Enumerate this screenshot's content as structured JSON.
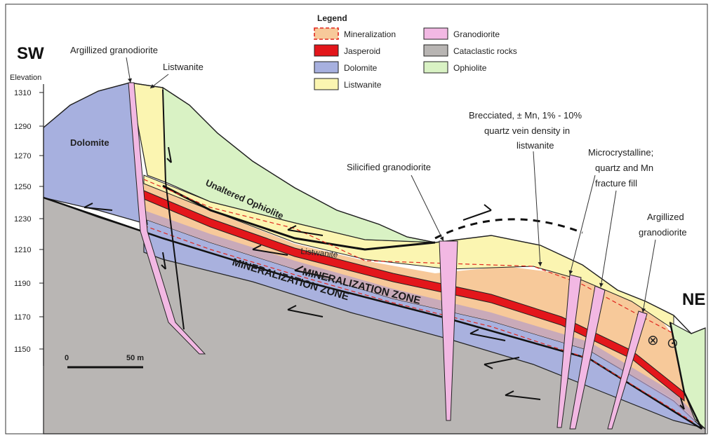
{
  "direction": {
    "left": "SW",
    "right": "NE"
  },
  "elevation_axis": {
    "title": "Elevation",
    "ticks": [
      "1310",
      "1290",
      "1270",
      "1250",
      "1230",
      "1210",
      "1190",
      "1170",
      "1150"
    ]
  },
  "scale_bar": {
    "start": "0",
    "end": "50 m"
  },
  "legend": {
    "title": "Legend",
    "items": [
      {
        "label": "Mineralization",
        "color": "#f7c99a",
        "border": "#e0271f",
        "dashed": true
      },
      {
        "label": "Jasperoid",
        "color": "#e3161b"
      },
      {
        "label": "Dolomite",
        "color": "#a7b0df"
      },
      {
        "label": "Listwanite",
        "color": "#fbf5b1"
      },
      {
        "label": "Granodiorite",
        "color": "#f2b8e3"
      },
      {
        "label": "Cataclastic rocks",
        "color": "#b8b5b3"
      },
      {
        "label": "Ophiolite",
        "color": "#d9f2c4"
      }
    ]
  },
  "unit_labels": {
    "dolomite": "Dolomite",
    "unaltered_ophiolite": "Unaltered Ophiolite",
    "listwanite": "Listwanite",
    "mineralization_zone_1": "MINERALIZATION ZONE",
    "mineralization_zone_2": "MINERALIZATION ZONE"
  },
  "annotations": {
    "argillized_left": "Argillized granodiorite",
    "listwanite_top": "Listwanite",
    "silicified": "Silicified granodiorite",
    "brecciated": [
      "Brecciated, ± Mn, 1% - 10%",
      "quartz vein density in",
      "listwanite"
    ],
    "microcrystalline": [
      "Microcrystalline;",
      "quartz and Mn",
      "fracture fill"
    ],
    "argillized_right": [
      "Argillized",
      "granodiorite"
    ]
  },
  "symbols": {
    "into_page": "⊗",
    "out_of_page": "⊙"
  }
}
